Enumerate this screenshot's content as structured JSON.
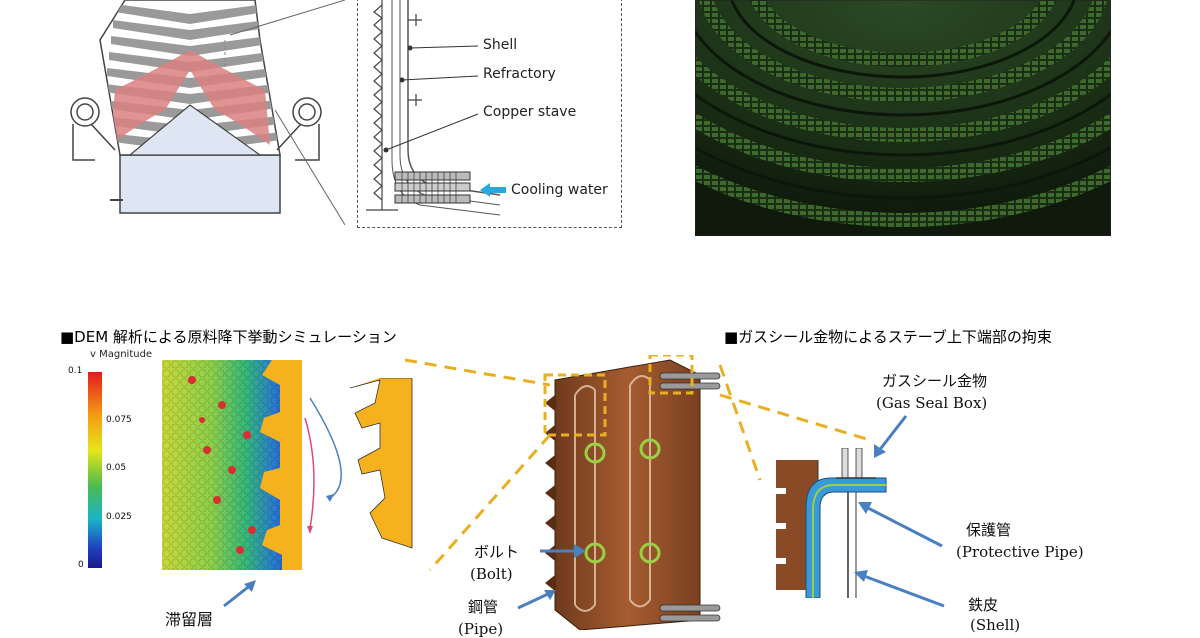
{
  "furnace_detail": {
    "labels": {
      "shell": "Shell",
      "refractory": "Refractory",
      "copper_stave": "Copper stave",
      "cooling_water": "Cooling water"
    }
  },
  "dem_section": {
    "title": "■DEM 解析による原料降下挙動シミュレーション",
    "colorbar": {
      "title": "v Magnitude",
      "ticks": [
        "0.1",
        "0.075",
        "0.05",
        "0.025",
        "0"
      ]
    },
    "stagnant_layer": "滞留層"
  },
  "gas_seal_section": {
    "title": "■ガスシール金物によるステーブ上下端部の拘束",
    "bolt_jp": "ボルト",
    "bolt_en": "(Bolt)",
    "steel_pipe_jp": "鋼管",
    "steel_pipe_en": "(Pipe)",
    "gas_seal_jp": "ガスシール金物",
    "gas_seal_en": "(Gas Seal Box)",
    "protective_jp": "保護管",
    "protective_en": "(Protective Pipe)",
    "shell_jp": "鉄皮",
    "shell_en": "(Shell)"
  },
  "colors": {
    "stave_copper": "#8a4a26",
    "arrow_blue": "#4a7fc1",
    "leader_yellow": "#e8b020",
    "cooling_arrow": "#29a8e0"
  }
}
